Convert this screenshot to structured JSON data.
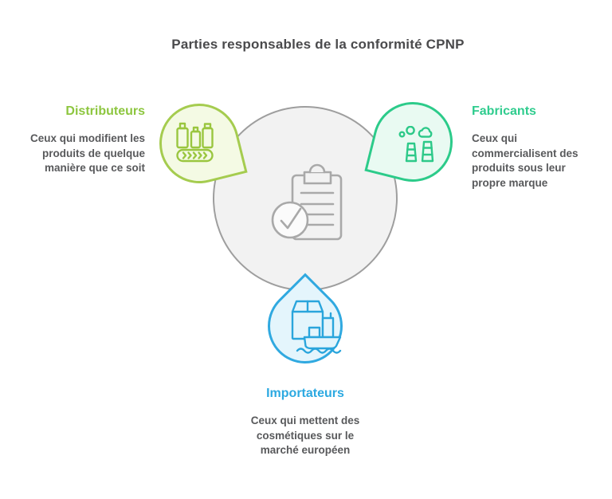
{
  "title": "Parties responsables de la conformité CPNP",
  "colors": {
    "background": "#ffffff",
    "title_text": "#4a4a4c",
    "body_text": "#58595b",
    "center_circle_fill": "#f2f2f2",
    "center_circle_stroke": "#9e9e9e",
    "clipboard_icon": "#a9a9a9",
    "distributeurs_accent": "#8dc63f",
    "distributeurs_shape_fill": "#f4fae4",
    "distributeurs_shape_stroke": "#a5cc4f",
    "fabricants_accent": "#2fcc8e",
    "fabricants_shape_fill": "#e9faf2",
    "fabricants_shape_stroke": "#2ccb8a",
    "importateurs_accent": "#2ca9e1",
    "importateurs_shape_fill": "#e4f5fc",
    "importateurs_shape_stroke": "#30a9e0"
  },
  "center": {
    "icon": "clipboard-check-icon"
  },
  "nodes": [
    {
      "id": "distributeurs",
      "label": "Distributeurs",
      "icon": "bottles-conveyor-icon",
      "description_lines": [
        "Ceux qui modifient les",
        "produits de quelque",
        "manière que ce soit"
      ]
    },
    {
      "id": "fabricants",
      "label": "Fabricants",
      "icon": "factory-icon",
      "description_lines": [
        "Ceux qui",
        "commercialisent des",
        "produits sous leur",
        "propre marque"
      ]
    },
    {
      "id": "importateurs",
      "label": "Importateurs",
      "icon": "package-ship-icon",
      "description_lines": [
        "Ceux qui mettent des",
        "cosmétiques sur le",
        "marché européen"
      ]
    }
  ]
}
